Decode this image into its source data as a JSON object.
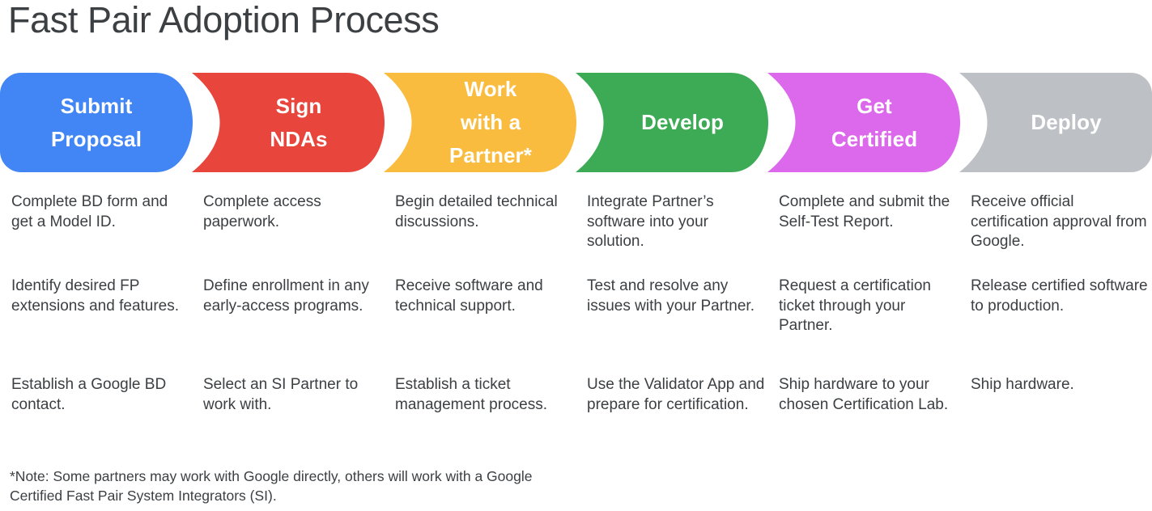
{
  "page": {
    "title": "Fast Pair Adoption Process",
    "background": "#ffffff",
    "text_color": "#3c4043"
  },
  "banner": {
    "stages": [
      {
        "label": "Submit\nProposal",
        "color": "#4285f4",
        "name": "submit-proposal"
      },
      {
        "label": "Sign\nNDAs",
        "color": "#e8453c",
        "name": "sign-ndas"
      },
      {
        "label": "Work\nwith a\nPartner*",
        "color": "#fabc3f",
        "name": "work-with-a-partner"
      },
      {
        "label": "Develop",
        "color": "#3dab56",
        "name": "develop"
      },
      {
        "label": "Get\nCertified",
        "color": "#dc68ec",
        "name": "get-certified"
      },
      {
        "label": "Deploy",
        "color": "#bdc1c6",
        "name": "deploy"
      }
    ]
  },
  "columns": [
    {
      "stage": "Submit Proposal",
      "items": [
        "Complete BD form and get a Model ID.",
        "Identify desired FP extensions and features.",
        "Establish a Google BD contact."
      ]
    },
    {
      "stage": "Sign NDAs",
      "items": [
        "Complete access paperwork.",
        "Define enrollment in any early-access programs.",
        "Select an SI Partner to work with."
      ]
    },
    {
      "stage": "Work with a Partner",
      "items": [
        "Begin detailed technical discussions.",
        "Receive software and technical support.",
        "Establish a ticket management process."
      ]
    },
    {
      "stage": "Develop",
      "items": [
        "Integrate Partner’s software into your solution.",
        "Test and resolve any issues with your Partner.",
        "Use the Validator App and prepare for certification."
      ]
    },
    {
      "stage": "Get Certified",
      "items": [
        "Complete and submit the Self-Test Report.",
        "Request a certification ticket through your Partner.",
        "Ship hardware to your chosen Certification Lab."
      ]
    },
    {
      "stage": "Deploy",
      "items": [
        "Receive official certification approval from Google.",
        "Release certified software to production.",
        "Ship hardware."
      ]
    }
  ],
  "footnote": {
    "text": "*Note: Some partners may work with Google directly, others will work with a Google Certified Fast Pair System Integrators (SI)."
  }
}
